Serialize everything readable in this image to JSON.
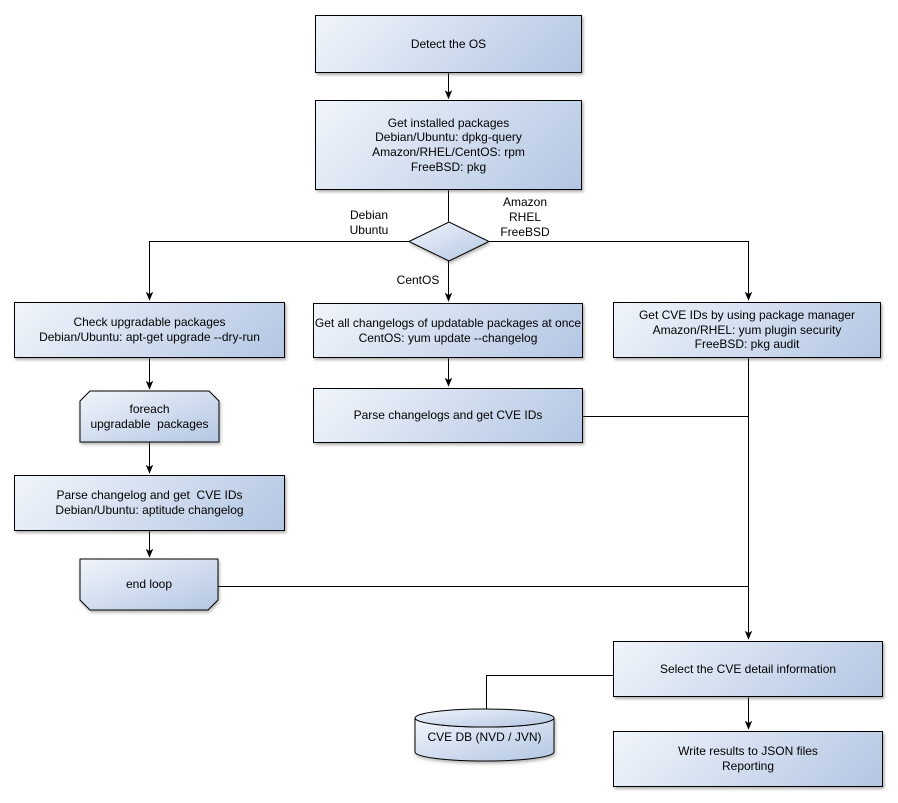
{
  "nodes": {
    "detect_os": "Detect the OS",
    "get_installed": "Get installed packages\nDebian/Ubuntu: dpkg-query\nAmazon/RHEL/CentOS: rpm\nFreeBSD: pkg",
    "check_upgradable": "Check upgradable packages\nDebian/Ubuntu: apt-get upgrade --dry-run",
    "foreach_loop": "foreach\nupgradable  packages",
    "parse_changelog_deb": "Parse changelog and get  CVE IDs\nDebian/Ubuntu: aptitude changelog",
    "end_loop": "end loop",
    "get_all_changelogs": "Get all changelogs of updatable packages at once\nCentOS: yum update --changelog",
    "parse_changelogs": "Parse changelogs and get CVE IDs",
    "get_cve_ids_pkg_mgr": "Get CVE IDs by using package manager\nAmazon/RHEL: yum plugin security\nFreeBSD: pkg audit",
    "select_cve_detail": "Select the CVE detail information",
    "cve_db": "CVE DB (NVD / JVN)",
    "write_results": "Write results to JSON files\nReporting"
  },
  "edge_labels": {
    "debian_ubuntu": "Debian\nUbuntu",
    "amazon_rhel_freebsd": "Amazon\nRHEL\nFreeBSD",
    "centos": "CentOS"
  },
  "colors": {
    "node-light": "#f1f5fb",
    "node-dark": "#b3c6e3",
    "node-border": "#000000",
    "connector": "#000000",
    "background": "#ffffff"
  }
}
